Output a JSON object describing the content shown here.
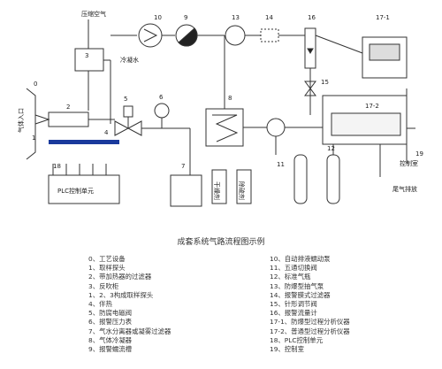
{
  "diagram": {
    "caption": "成套系统气路流程图示例",
    "labels": {
      "compressed_air": "压缩空气",
      "condenser_water": "冷凝水",
      "gas_inlet": "气体入口",
      "control_room": "控制室",
      "tail_gas": "尾气排放",
      "plc": "PLC控制单元",
      "dry_agent": "干燥剂",
      "sulfur_removal": "除硫剂"
    },
    "numbers": [
      "0",
      "1",
      "2",
      "3",
      "4",
      "5",
      "6",
      "7",
      "8",
      "9",
      "10",
      "11",
      "12",
      "13",
      "14",
      "15",
      "16",
      "17-1",
      "17-2",
      "18",
      "19"
    ]
  },
  "legend": {
    "left": [
      "0、工艺设备",
      "1、取样探头",
      "2、带加热器的过滤器",
      "3、反吹柜",
      "    1、2、3构成取样探头",
      "4、伴热",
      "5、防腐电磁阀",
      "6、报警压力表",
      "7、气水分离器或凝雾过滤器",
      "8、气体冷凝器",
      "9、报警蠕流槽"
    ],
    "right": [
      "10、自动排液蠕动泵",
      "11、五通切换阀",
      "12、标准气瓶",
      "13、防爆型抽气泵",
      "14、报警膜式过滤器",
      "15、针形调节阀",
      "16、报警流量计",
      "17-1、防爆型过程分析仪器",
      "17-2、普通型过程分析仪器",
      "18、PLC控制单元",
      "19、控制室"
    ]
  },
  "colors": {
    "line": "#333333",
    "heater_blue": "#1a3a9c"
  }
}
